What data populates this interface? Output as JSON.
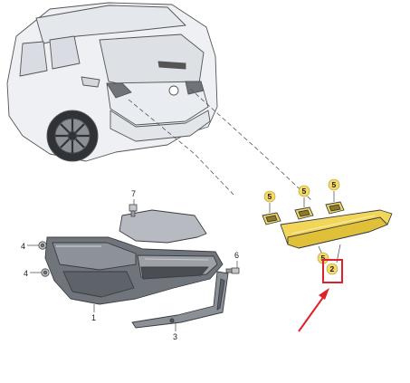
{
  "parts": {
    "p1": "1",
    "p2": "2",
    "p3": "3",
    "p4a": "4",
    "p4b": "4",
    "p5a": "5",
    "p5b": "5",
    "p5c": "5",
    "p5d": "5",
    "p6": "6",
    "p7": "7"
  },
  "colors": {
    "line": "#555555",
    "car_fill": "#eef0f3",
    "lamp_dark": "#6f747b",
    "lamp_mid": "#a6aab0",
    "strip_yellow": "#f2d65a",
    "pin_yellow": "#f4d96a",
    "highlight_red": "#e0202a"
  },
  "icons": {
    "highlight_arrow": "red-arrow-icon",
    "highlight_box": "red-box-icon"
  }
}
